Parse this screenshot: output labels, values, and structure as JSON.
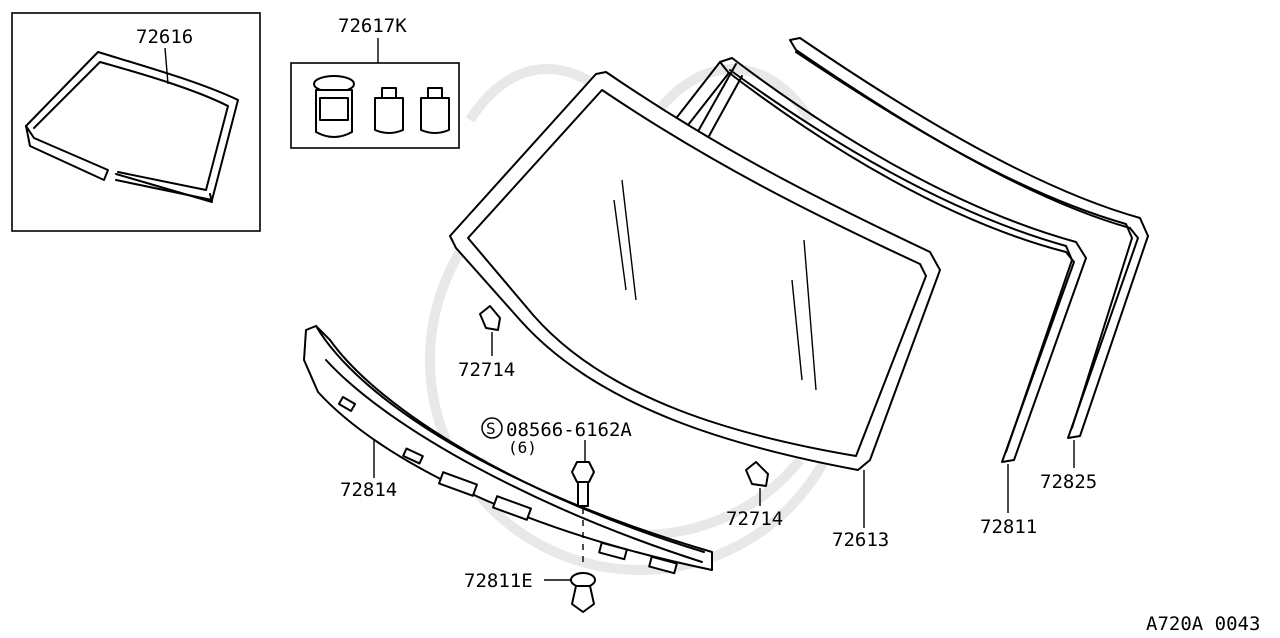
{
  "diagram": {
    "code": "A720A 0043",
    "callouts": {
      "p72616": "72616",
      "p72617K": "72617K",
      "p72714_upper": "72714",
      "p72714_lower": "72714",
      "p72814": "72814",
      "p72613": "72613",
      "p72811": "72811",
      "p72825": "72825",
      "p72811E": "72811E",
      "bolt_symbol": "S",
      "bolt_part": "08566-6162A",
      "bolt_qty": "(6)"
    }
  }
}
